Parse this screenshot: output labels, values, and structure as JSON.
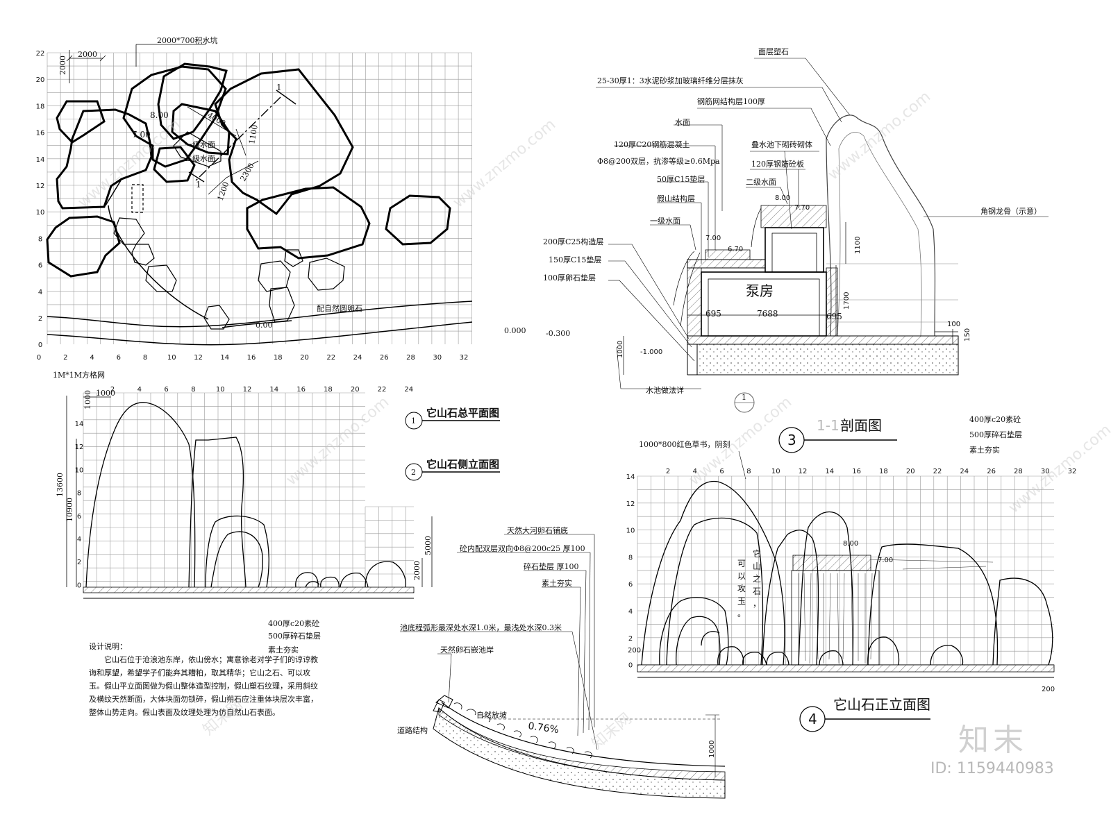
{
  "plan": {
    "x_ticks": [
      "0",
      "2",
      "4",
      "6",
      "8",
      "10",
      "12",
      "14",
      "16",
      "18",
      "20",
      "22",
      "24",
      "26",
      "28",
      "30",
      "32"
    ],
    "y_ticks": [
      "22",
      "20",
      "18",
      "16",
      "14",
      "12",
      "10",
      "8",
      "6",
      "4",
      "2",
      "0"
    ],
    "labels": {
      "pit": "2000*700积水坑",
      "dim_2000_h": "2000",
      "dim_2000_v": "2000",
      "lvl_800": "8.00",
      "lvl_700": "7.00",
      "dim_4000": "4000",
      "dim_1100": "1100",
      "dim_2300": "2300",
      "dim_1200": "1200",
      "water1": "一级水面",
      "water2": "二级水面",
      "pebble": "配自然圆卵石",
      "lvl_000": "0.00",
      "sec_a": "1",
      "sec_b": "1",
      "grid_note": "1M*1M方格网",
      "ext_000": "0.000",
      "ext_m300": "-0.300"
    }
  },
  "side": {
    "x_ticks": [
      "2",
      "4",
      "6",
      "8",
      "10",
      "12",
      "14",
      "16",
      "18",
      "20",
      "22",
      "24"
    ],
    "y_ticks": [
      "14",
      "12",
      "10",
      "8",
      "6",
      "4",
      "2",
      "0"
    ],
    "labels": {
      "dim_1000_h": "1000",
      "dim_1000_v": "1000",
      "dim_13600": "13600",
      "dim_10900": "10900",
      "dim_5000": "5000",
      "dim_2000": "2000"
    }
  },
  "legend": {
    "title1_num": "1",
    "title1": "它山石总平面图",
    "title2_num": "2",
    "title2": "它山石侧立面图"
  },
  "section": {
    "title_num": "3",
    "title_code": "1-1",
    "title": "剖面图",
    "pump": "泵房",
    "labels": {
      "top": "面层塑石",
      "l1": "25-30厚1：3水泥砂浆加玻璃纤维分层抹灰",
      "l2": "钢筋网结构层100厚",
      "l3": "水面",
      "l4": "120厚C20钢筋混凝土",
      "l5": "Φ8@200双层，抗渗等级≥0.6Mpa",
      "l6": "50厚C15垫层",
      "l7": "假山结构层",
      "l8": "一级水面",
      "l9": "200厚C25构造层",
      "l10": "150厚C15垫层",
      "l11": "100厚卵石垫层",
      "r1": "叠水池下砌砖砌体",
      "r2": "120厚钢筋砼板",
      "r3": "二级水面",
      "r4": "角钢龙骨（示意）",
      "v800": "8.00",
      "v770": "7.70",
      "v700": "7.00",
      "v670": "6.70",
      "d1100": "1100",
      "d1700": "1700",
      "d695a": "695",
      "d7688": "7688",
      "d695b": "695",
      "d100": "100",
      "d150": "150",
      "d1000": "1000",
      "v1000": "-1.000",
      "pool": "水池做法详",
      "pool_ref": "1"
    }
  },
  "front": {
    "x_ticks": [
      "2",
      "4",
      "6",
      "8",
      "10",
      "12",
      "14",
      "16",
      "18",
      "20",
      "22",
      "24",
      "26",
      "28",
      "30",
      "32"
    ],
    "y_ticks": [
      "14",
      "12",
      "10",
      "8",
      "6",
      "4",
      "2",
      "0"
    ],
    "labels": {
      "red": "1000*800红色草书，阴刻",
      "s1": "400厚c20素砼",
      "s2": "500厚碎石垫层",
      "s3": "素土夯实",
      "v800": "8.00",
      "v700": "7.00",
      "d200a": "200",
      "d200b": "200",
      "insc_col1": "它山之石，",
      "insc_col2": "可以攻玉。"
    },
    "title_num": "4",
    "title": "它山石正立面图"
  },
  "base": {
    "s1": "400厚c20素砼",
    "s2": "500厚碎石垫层",
    "s3": "素土夯实"
  },
  "pond": {
    "labels": {
      "a1": "天然大河卵石铺底",
      "a2": "砼内配双层双向Φ8@200c25 厚100",
      "a3": "碎石垫层 厚100",
      "a4": "素土夯实",
      "b1": "池底程弧形最深处水深1.0米，最浅处水深0.3米",
      "b2": "天然卵石嵌池岸",
      "b3": "自然放坡",
      "road": "道路结构",
      "slope": "0.76%",
      "d1000": "1000"
    }
  },
  "notes": {
    "title": "设计说明：",
    "body": "它山石位于沧浪池东岸，依山傍水；寓意徐老对学子们的谆谆教诲和厚望，希望学子们能弃其糟粕，取其精华；它山之石、可以攻玉。假山平立面图做为假山整体造型控制，假山塑石纹理，采用斜纹及横纹天然断面，大体块面勿锁碎，假山朔石应注重体块层次丰富，整体山势走向。假山表面及纹理处理为仿自然山石表面。"
  },
  "watermark": {
    "brand": "www.znzmo.com",
    "brand_cn": "知末网",
    "logo": "知末",
    "id": "ID: 1159440983"
  }
}
